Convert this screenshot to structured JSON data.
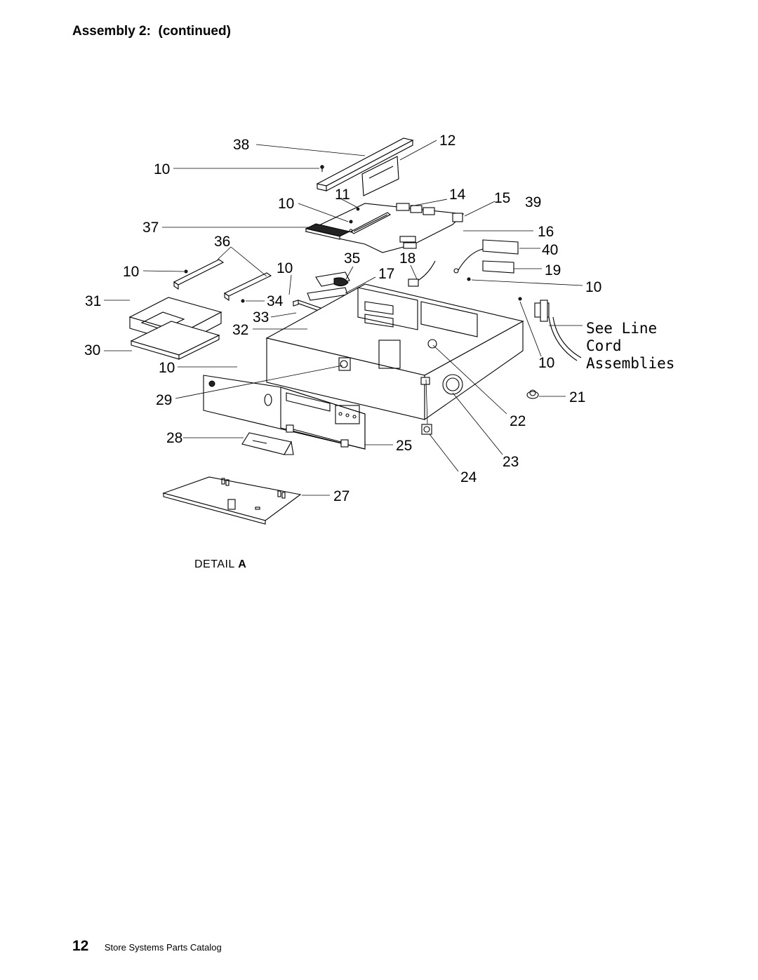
{
  "page": {
    "heading": "Assembly 2:  (continued)",
    "detail_label": "DETAIL",
    "detail_letter": "A",
    "footer_page_number": "12",
    "footer_title": "Store Systems Parts Catalog"
  },
  "callouts": {
    "c38": "38",
    "c12": "12",
    "c10a": "10",
    "c10b": "10",
    "c11": "11",
    "c14": "14",
    "c15": "15",
    "c39": "39",
    "c37": "37",
    "c16": "16",
    "c36": "36",
    "c40": "40",
    "c10c": "10",
    "c10d": "10",
    "c35": "35",
    "c18": "18",
    "c17": "17",
    "c19": "19",
    "c10e": "10",
    "c31": "31",
    "c34": "34",
    "c33": "33",
    "c32": "32",
    "c30": "30",
    "c10f": "10",
    "c10g": "10",
    "c29": "29",
    "c21": "21",
    "c22": "22",
    "c28": "28",
    "c25": "25",
    "c23": "23",
    "c24": "24",
    "c27": "27"
  },
  "line_cord_note": {
    "line1": "See Line",
    "line2": "Cord",
    "line3": "Assemblies"
  }
}
